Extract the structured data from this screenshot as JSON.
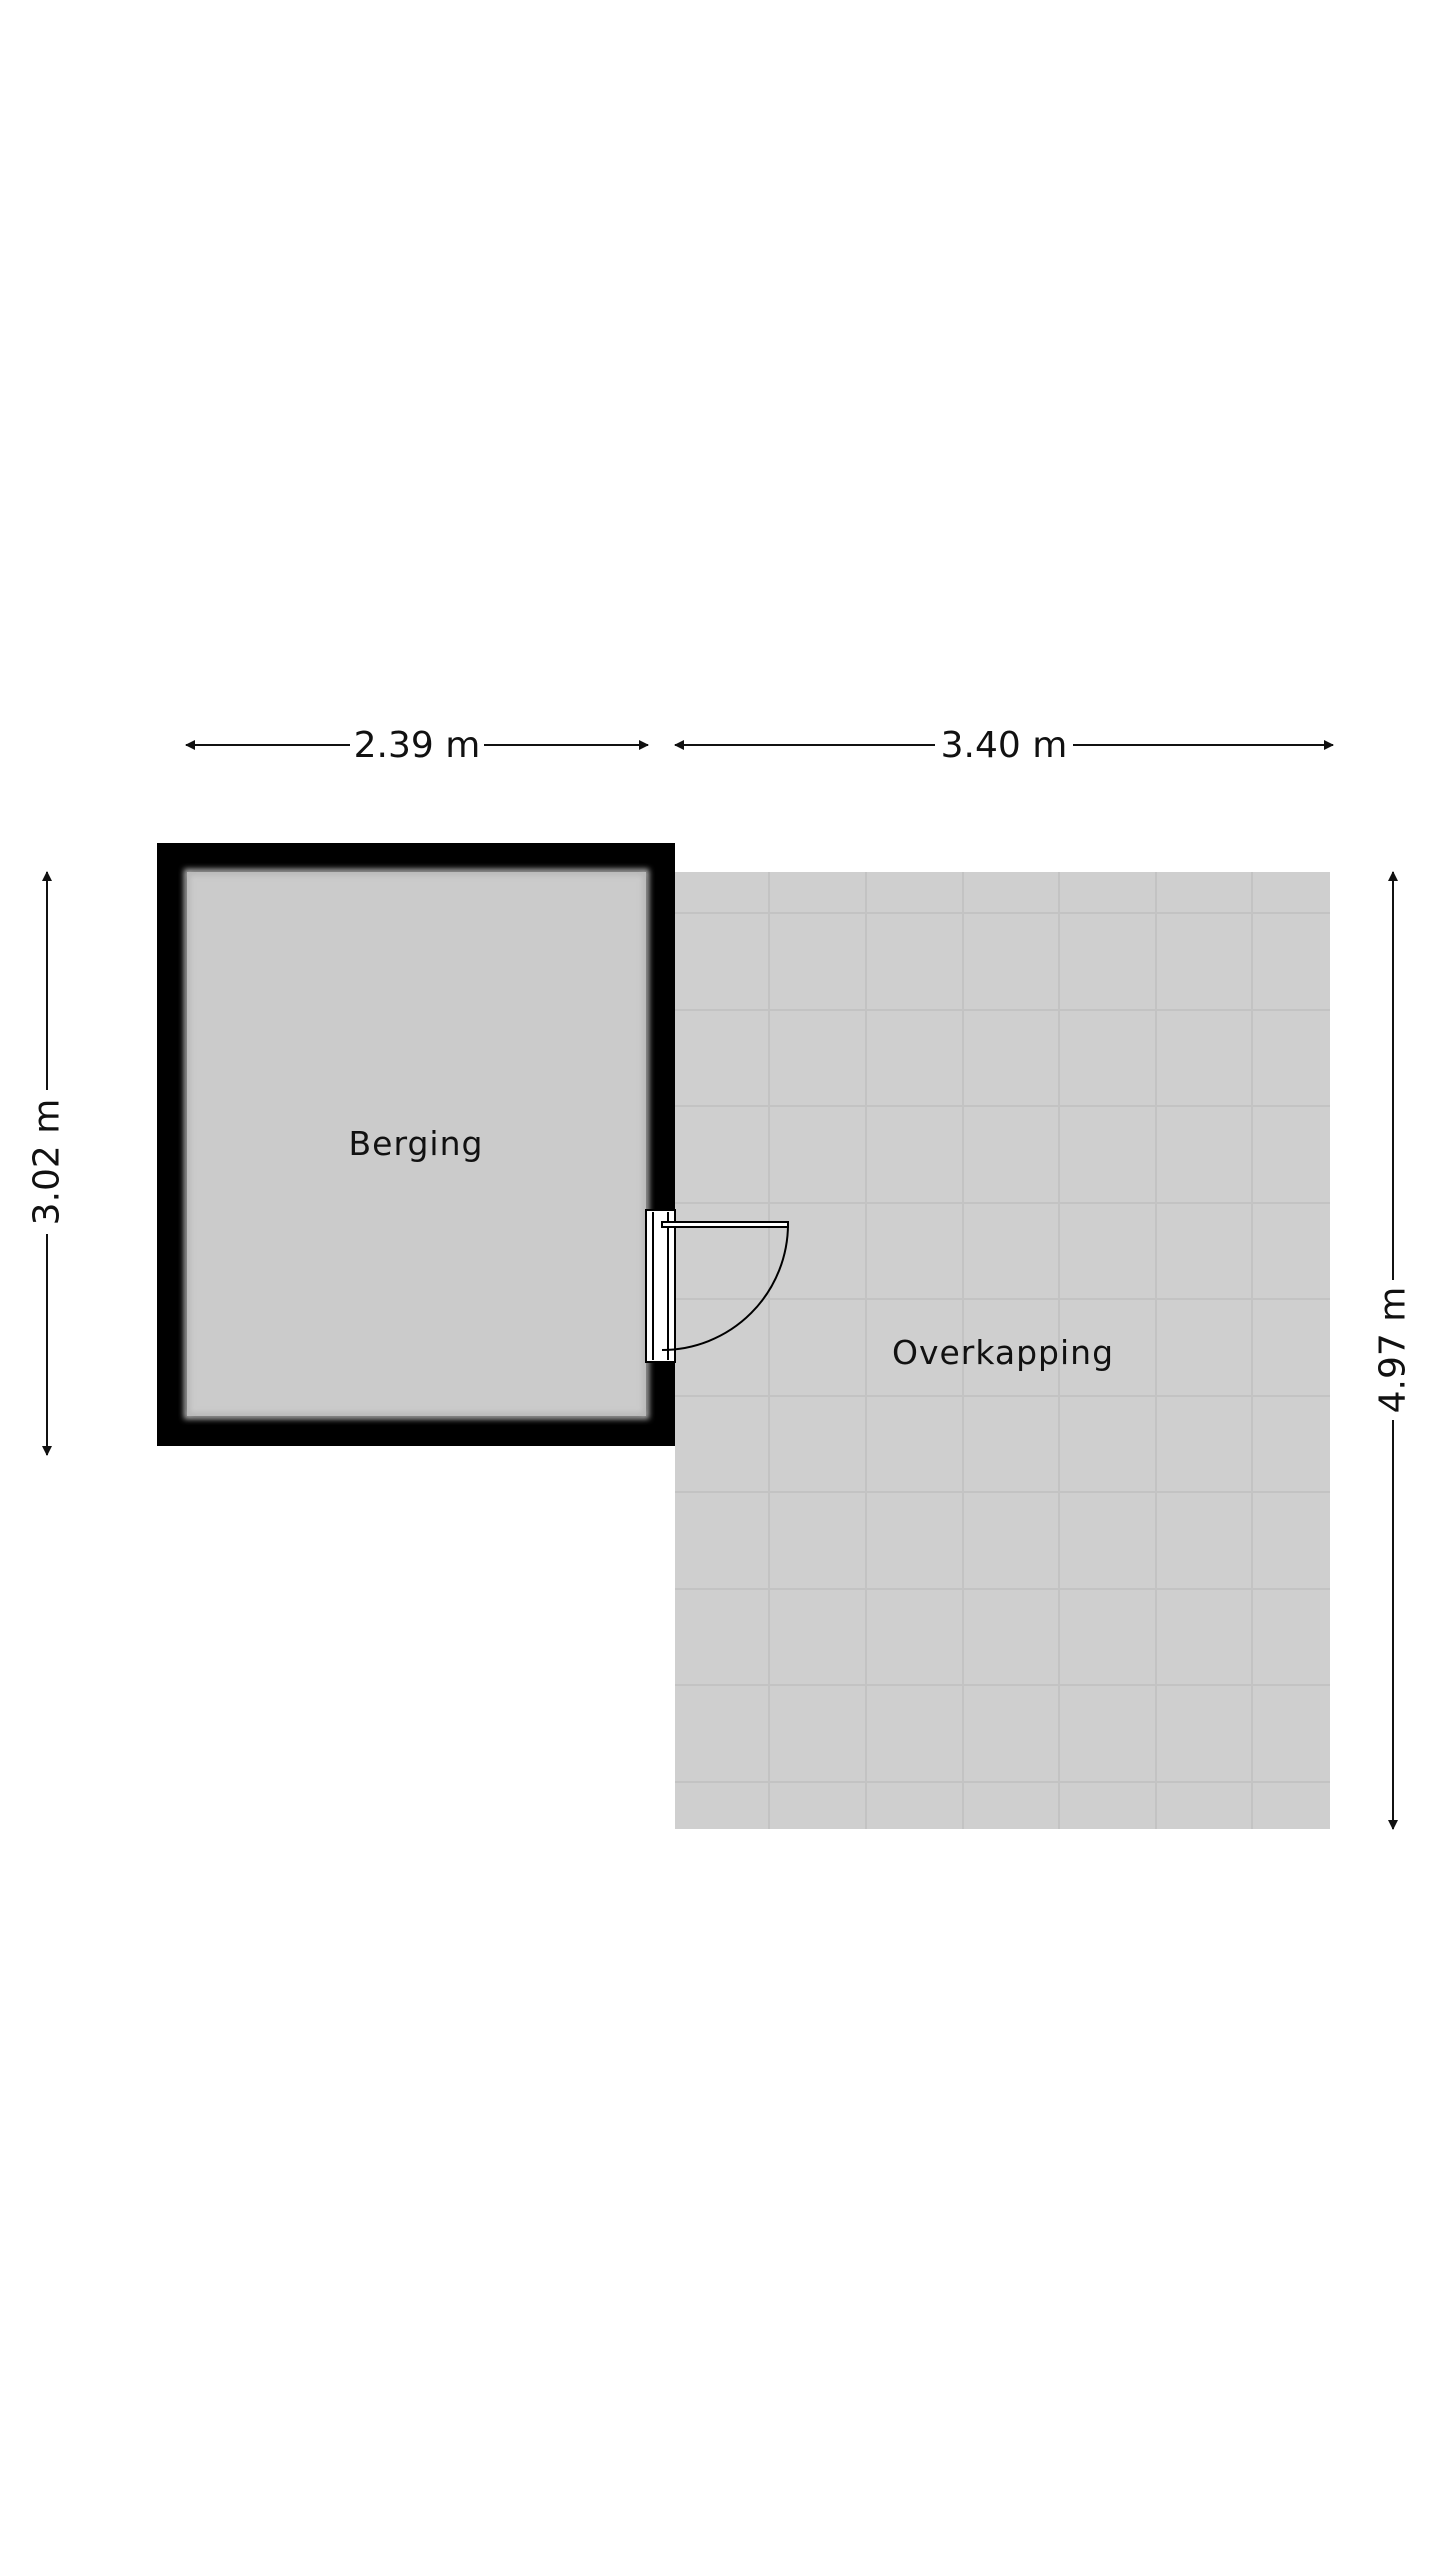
{
  "floorplan": {
    "rooms": {
      "berging": "Berging",
      "overkapping": "Overkapping"
    },
    "dimensions": {
      "berging_width": "2.39 m",
      "overkapping_width": "3.40 m",
      "berging_depth": "3.02 m",
      "overkapping_depth": "4.97 m"
    },
    "colors": {
      "wall": "#000000",
      "berging_floor": "#cbcbcb",
      "overkapping_floor": "#cfcfcf",
      "tile_line": "#c3c3c3",
      "dimension_line": "#111111"
    }
  }
}
